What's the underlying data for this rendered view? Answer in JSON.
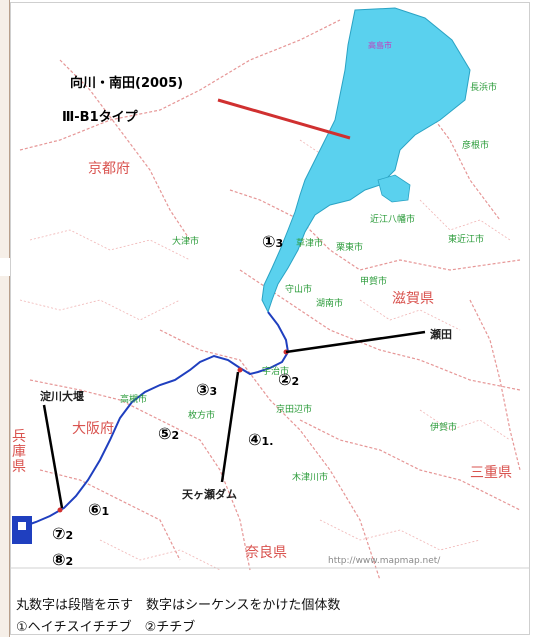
{
  "annotations": {
    "title": "向川・南田(2005)",
    "type": "Ⅲ-B1タイプ"
  },
  "prefectures": {
    "kyoto": "京都府",
    "shiga": "滋賀県",
    "osaka": "大阪府",
    "nara": "奈良県",
    "mie": "三重県",
    "hyogo": "兵庫県"
  },
  "cities": {
    "takashima": "高島市",
    "nagahama": "長浜市",
    "hikone": "彦根市",
    "omihachiman": "近江八幡市",
    "higashiomi": "東近江市",
    "otsu": "大津市",
    "kusatsu": "草津市",
    "ritto": "栗東市",
    "koka": "甲賀市",
    "konan": "湖南市",
    "moriyama": "守山市",
    "takatsuki": "高槻市",
    "hirakata": "枚方市",
    "uji": "宇治市",
    "kyotanabe": "京田辺市",
    "kizugawa": "木津川市",
    "iga": "伊賀市"
  },
  "route_labels": {
    "seta": "瀬田",
    "yodogawa": "淀川大堰",
    "amagase": "天ヶ瀬ダム"
  },
  "route_points": [
    {
      "num": "①",
      "sub": "3"
    },
    {
      "num": "②",
      "sub": "2"
    },
    {
      "num": "③",
      "sub": "3"
    },
    {
      "num": "④",
      "sub": "1."
    },
    {
      "num": "⑤",
      "sub": "2"
    },
    {
      "num": "⑥",
      "sub": "1"
    },
    {
      "num": "⑦",
      "sub": "2"
    },
    {
      "num": "⑧",
      "sub": "2"
    }
  ],
  "url": "http://www.mapmap.net/",
  "captions": {
    "line1": "丸数字は段階を示す　数字はシーケンスをかけた個体数",
    "line2": "①ヘイチスイチチブ　②チチブ"
  },
  "colors": {
    "lake": "#5ad1ee",
    "route": "#1f3fbf",
    "boundary": "#e69696",
    "annotation_line": "#d03030",
    "pointer_line": "#000000"
  }
}
